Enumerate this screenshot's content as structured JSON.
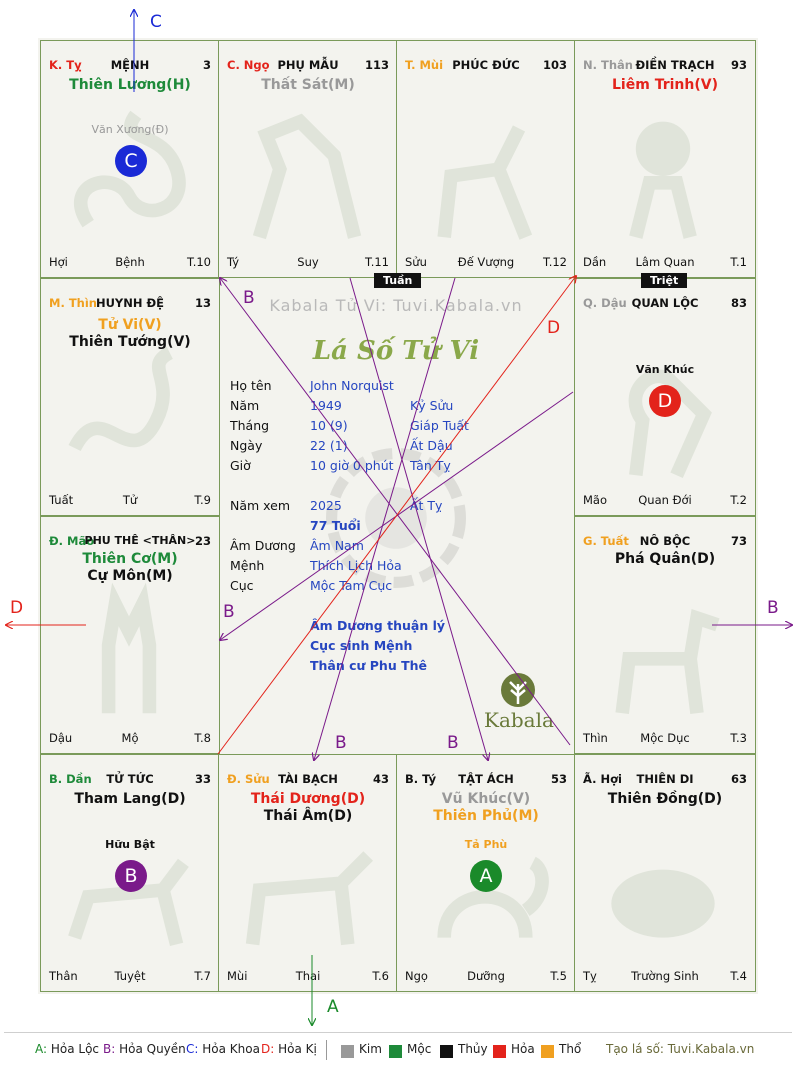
{
  "watermark": "Kabala Tử Vi: Tuvi.Kabala.vn",
  "brand_title": "Lá Số Tử Vi",
  "brand_logo": "Kabala",
  "colors": {
    "kim": "#999999",
    "moc": "#1e8a3a",
    "thuy": "#111111",
    "hoa": "#e3231b",
    "tho": "#f0a020",
    "loc": "#1a8a2a",
    "quyen": "#7a1a8a",
    "khoa": "#1a2ad6",
    "ky": "#e3231b",
    "blue": "#2646c0"
  },
  "palaces": {
    "ty_hoa": {
      "can": "K. Tỵ",
      "name": "MỆNH",
      "num": "3",
      "majors": [
        "Thiên Lương(H)"
      ],
      "minor": "Văn Xương(Đ)",
      "badge": "C",
      "stage": "Hợi",
      "state": "Bệnh",
      "age": "T.10"
    },
    "ngo": {
      "can": "C. Ngọ",
      "name": "PHỤ MẪU",
      "num": "113",
      "majors": [
        "Thất Sát(M)"
      ],
      "stage": "Tý",
      "state": "Suy",
      "age": "T.11"
    },
    "mui": {
      "can": "T. Mùi",
      "name": "PHÚC ĐỨC",
      "num": "103",
      "stage": "Sửu",
      "state": "Đế Vượng",
      "age": "T.12"
    },
    "than": {
      "can": "N. Thân",
      "name": "ĐIỀN TRẠCH",
      "num": "93",
      "majors": [
        "Liêm Trinh(V)"
      ],
      "stage": "Dần",
      "state": "Lâm Quan",
      "age": "T.1"
    },
    "thin": {
      "can": "M. Thìn",
      "name": "HUYNH ĐỆ",
      "num": "13",
      "majors": [
        "Tử Vi(V)",
        "Thiên Tướng(V)"
      ],
      "stage": "Tuất",
      "state": "Tử",
      "age": "T.9"
    },
    "dau": {
      "can": "Q. Dậu",
      "name": "QUAN LỘC",
      "num": "83",
      "minor": "Văn Khúc",
      "badge": "D",
      "stage": "Mão",
      "state": "Quan Đới",
      "age": "T.2"
    },
    "mao": {
      "can": "Đ. Mão",
      "name": "PHU THÊ <THÂN>",
      "num": "23",
      "majors": [
        "Thiên Cơ(M)",
        "Cự Môn(M)"
      ],
      "stage": "Dậu",
      "state": "Mộ",
      "age": "T.8"
    },
    "tuat": {
      "can": "G. Tuất",
      "name": "NÔ BỘC",
      "num": "73",
      "majors": [
        "Phá Quân(D)"
      ],
      "stage": "Thìn",
      "state": "Mộc Dục",
      "age": "T.3"
    },
    "dan": {
      "can": "B. Dần",
      "name": "TỬ TỨC",
      "num": "33",
      "majors": [
        "Tham Lang(D)"
      ],
      "minor": "Hữu Bật",
      "badge": "B",
      "stage": "Thân",
      "state": "Tuyệt",
      "age": "T.7"
    },
    "suu": {
      "can": "Đ. Sửu",
      "name": "TÀI BẠCH",
      "num": "43",
      "majors": [
        "Thái Dương(D)",
        "Thái Âm(D)"
      ],
      "stage": "Mùi",
      "state": "Thai",
      "age": "T.6"
    },
    "ty_chuot": {
      "can": "B. Tý",
      "name": "TẬT ÁCH",
      "num": "53",
      "majors": [
        "Vũ Khúc(V)",
        "Thiên Phủ(M)"
      ],
      "minor": "Tả Phù",
      "badge": "A",
      "stage": "Ngọ",
      "state": "Dưỡng",
      "age": "T.5"
    },
    "hoi": {
      "can": "Ã. Hợi",
      "name": "THIÊN DI",
      "num": "63",
      "majors": [
        "Thiên Đồng(D)"
      ],
      "stage": "Tỵ",
      "state": "Trường Sinh",
      "age": "T.4"
    }
  },
  "tags": {
    "tuan": "Tuần",
    "triet": "Triệt"
  },
  "info": {
    "ho_ten_label": "Họ tên",
    "ho_ten": "John Norquist",
    "nam_label": "Năm",
    "nam": "1949",
    "nam_can": "Kỷ Sửu",
    "thang_label": "Tháng",
    "thang": "10 (9)",
    "thang_can": "Giáp Tuất",
    "ngay_label": "Ngày",
    "ngay": "22  (1)",
    "ngay_can": "Ất Dậu",
    "gio_label": "Giờ",
    "gio": "10 giờ 0 phút",
    "gio_can": "Tân Tỵ",
    "nam_xem_label": "Năm xem",
    "nam_xem": "2025",
    "nam_xem_can": "Ất Tỵ",
    "tuoi": "77 Tuổi",
    "am_duong_label": "Âm Dương",
    "am_duong": "Âm Nam",
    "menh_label": "Mệnh",
    "menh": "Thích Lịch Hỏa",
    "cuc_label": "Cục",
    "cuc": "Mộc Tam Cục",
    "note1": "Âm Dương thuận lý",
    "note2": "Cục sinh Mệnh",
    "note3": "Thân cư Phu Thê"
  },
  "arrow_labels": {
    "c": "C",
    "d_left": "D",
    "d_mid": "D",
    "b_right": "B",
    "a_bottom": "A",
    "b": "B"
  },
  "legend": {
    "a": "A: Hỏa Lộc",
    "b": "B: Hỏa Quyền",
    "c": "C: Hỏa Khoa",
    "d": "D: Hỏa Kị",
    "kim": "Kim",
    "moc": "Mộc",
    "thuy": "Thủy",
    "hoa": "Hỏa",
    "tho": "Thổ",
    "site": "Tạo lá số: Tuvi.Kabala.vn"
  }
}
